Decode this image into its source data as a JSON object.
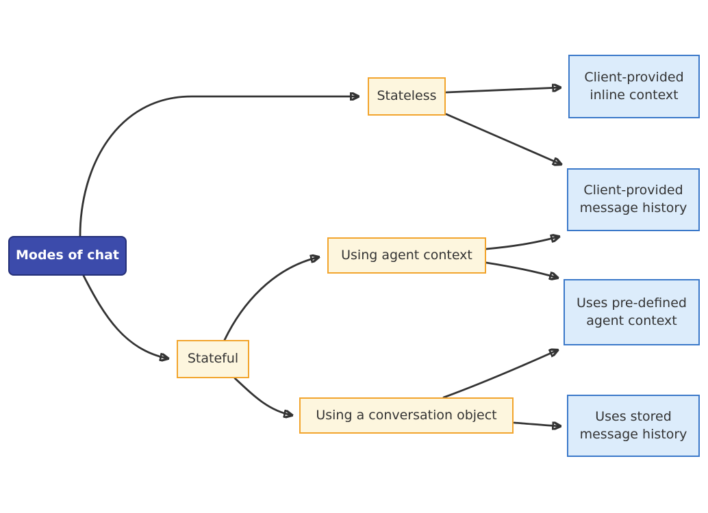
{
  "diagram": {
    "type": "flowchart",
    "direction": "left-to-right",
    "nodes": [
      {
        "id": "root",
        "label": "Modes of chat",
        "style": "root"
      },
      {
        "id": "stateless",
        "label": "Stateless",
        "style": "branch"
      },
      {
        "id": "stateful",
        "label": "Stateful",
        "style": "branch"
      },
      {
        "id": "agent_context",
        "label": "Using agent context",
        "style": "branch"
      },
      {
        "id": "conversation",
        "label": "Using a conversation object",
        "style": "branch"
      },
      {
        "id": "inline_context",
        "label": "Client-provided inline context",
        "style": "leaf"
      },
      {
        "id": "message_history",
        "label": "Client-provided message history",
        "style": "leaf"
      },
      {
        "id": "predefined_context",
        "label": "Uses pre-defined agent context",
        "style": "leaf"
      },
      {
        "id": "stored_history",
        "label": "Uses stored message history",
        "style": "leaf"
      }
    ],
    "edges": [
      {
        "from": "root",
        "to": "stateless"
      },
      {
        "from": "root",
        "to": "stateful"
      },
      {
        "from": "stateless",
        "to": "inline_context"
      },
      {
        "from": "stateless",
        "to": "message_history"
      },
      {
        "from": "agent_context",
        "to": "message_history"
      },
      {
        "from": "agent_context",
        "to": "predefined_context"
      },
      {
        "from": "stateful",
        "to": "agent_context"
      },
      {
        "from": "stateful",
        "to": "conversation"
      },
      {
        "from": "conversation",
        "to": "predefined_context"
      },
      {
        "from": "conversation",
        "to": "stored_history"
      }
    ],
    "colors": {
      "root_fill": "#3c4bab",
      "root_border": "#232e77",
      "root_text": "#ffffff",
      "branch_fill": "#fdf6de",
      "branch_border": "#f2a42c",
      "leaf_fill": "#dcecfb",
      "leaf_border": "#3a78c9",
      "edge": "#333333",
      "node_text": "#333333",
      "background": "#ffffff"
    }
  }
}
